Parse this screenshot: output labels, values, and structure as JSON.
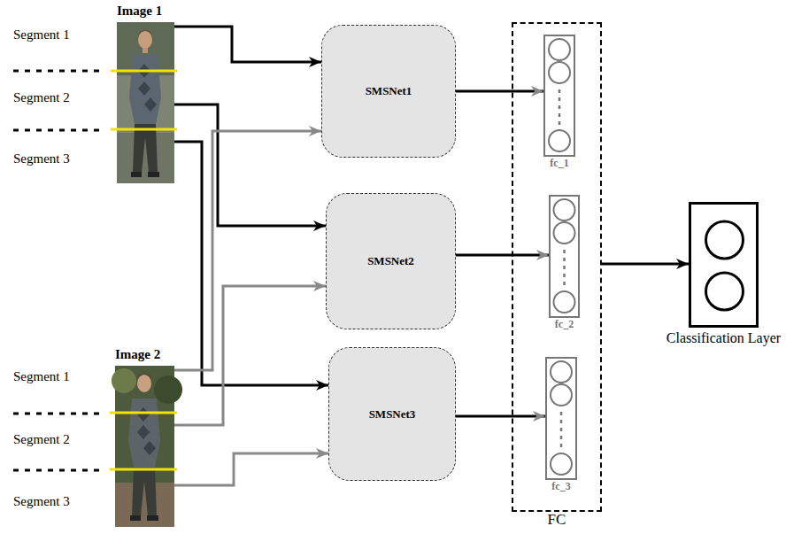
{
  "diagram": {
    "nodes": [
      {
        "text": [
          "Image 1"
        ]
      },
      {
        "text": [
          "Image 2"
        ]
      },
      {
        "text": [
          "SMSNet1"
        ]
      },
      {
        "text": [
          "SMSNet2"
        ]
      },
      {
        "text": [
          "SMSNet3"
        ]
      },
      {
        "text": [
          "FC"
        ]
      },
      {
        "text": [
          "fc_1"
        ],
        "in": 5
      },
      {
        "text": [
          "fc_2"
        ],
        "in": 5
      },
      {
        "text": [
          "fc_3"
        ],
        "in": 5
      },
      {
        "text": [
          "Classification Layer"
        ]
      }
    ],
    "edges": [
      {
        "from": 0,
        "to": 2,
        "arrow": "to"
      },
      {
        "from": 0,
        "to": 3,
        "arrow": "to"
      },
      {
        "from": 0,
        "to": 4,
        "arrow": "to"
      },
      {
        "from": 1,
        "to": 2,
        "arrow": "to"
      },
      {
        "from": 1,
        "to": 3,
        "arrow": "to"
      },
      {
        "from": 1,
        "to": 4,
        "arrow": "to"
      },
      {
        "from": 2,
        "to": 6,
        "arrow": "to"
      },
      {
        "from": 3,
        "to": 7,
        "arrow": "to"
      },
      {
        "from": 4,
        "to": 8,
        "arrow": "to"
      },
      {
        "from": 5,
        "to": 9,
        "arrow": "to"
      }
    ],
    "labels": [
      "Segment 1",
      "Segment 2",
      "Segment 3",
      "Segment 1",
      "Segment 2",
      "Segment 3"
    ]
  }
}
